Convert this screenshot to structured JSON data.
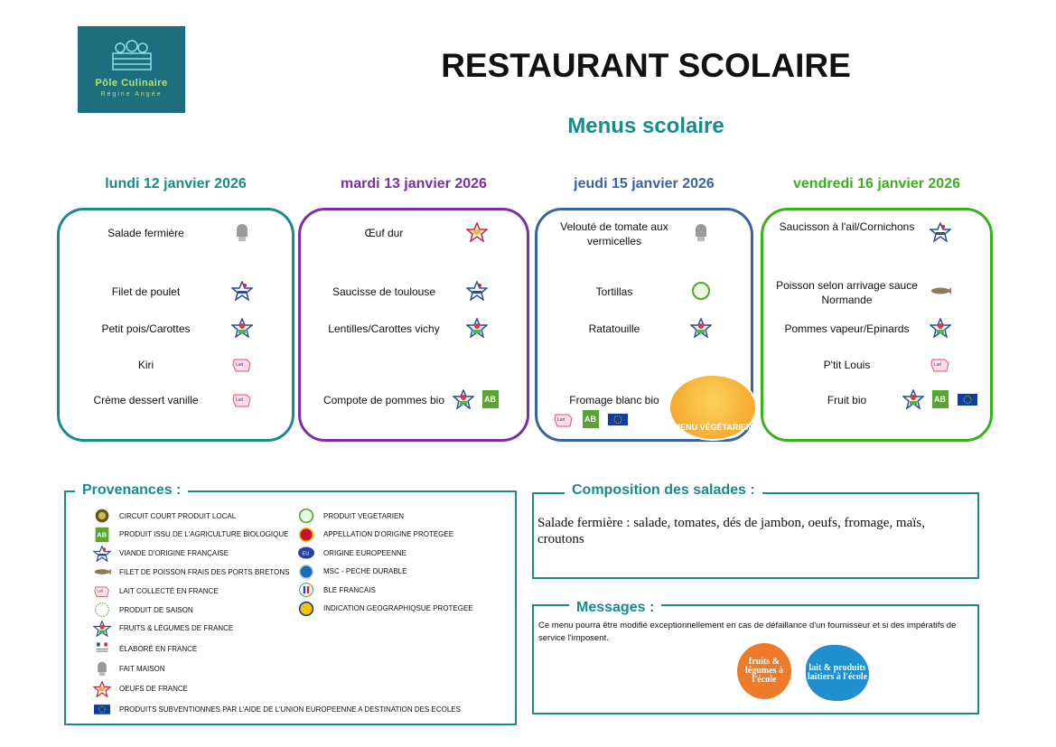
{
  "logo": {
    "line1": "Pôle Culinaire",
    "line2": "Régine Angée"
  },
  "header": {
    "title": "RESTAURANT SCOLAIRE",
    "subtitle": "Menus scolaire"
  },
  "colors": {
    "teal": "#1a8a8a",
    "purple": "#7b2fa6",
    "blue": "#3a64a0",
    "green": "#3cb01c"
  },
  "days": [
    {
      "label": "lundi 12 janvier 2026",
      "color": "#1a8a8a",
      "items": [
        {
          "label": "Salade fermière",
          "icons": [
            "chef"
          ]
        },
        {
          "label": "Filet de poulet",
          "icons": [
            "viande"
          ]
        },
        {
          "label": "Petit pois/Carottes",
          "icons": [
            "fruits"
          ]
        },
        {
          "label": "Kiri",
          "icons": [
            "lait"
          ]
        },
        {
          "label": "Crème dessert vanille",
          "icons": [
            "lait"
          ]
        }
      ]
    },
    {
      "label": "mardi 13 janvier 2026",
      "color": "#7b2fa6",
      "items": [
        {
          "label": "Œuf dur",
          "icons": [
            "oeufs"
          ]
        },
        {
          "label": "Saucisse de toulouse",
          "icons": [
            "viande"
          ]
        },
        {
          "label": "Lentilles/Carottes vichy",
          "icons": [
            "fruits"
          ]
        },
        {
          "label": "",
          "icons": []
        },
        {
          "label": "Compote de pommes bio",
          "icons": [
            "fruits",
            "bio"
          ]
        }
      ]
    },
    {
      "label": "jeudi 15 janvier 2026",
      "color": "#3a64a0",
      "items": [
        {
          "label": "Velouté de tomate aux vermicelles",
          "icons": [
            "chef"
          ]
        },
        {
          "label": "Tortillas",
          "icons": [
            "vegetarien"
          ]
        },
        {
          "label": "Ratatouille",
          "icons": [
            "fruits"
          ]
        },
        {
          "label": "",
          "icons": []
        },
        {
          "label": "Fromage blanc bio",
          "icons": [
            "lait",
            "bio",
            "eu"
          ]
        }
      ]
    },
    {
      "label": "vendredi 16 janvier 2026",
      "color": "#3cb01c",
      "items": [
        {
          "label": "Saucisson à l'ail/Cornichons",
          "icons": [
            "viande"
          ]
        },
        {
          "label": "Poisson selon arrivage sauce Normande",
          "icons": [
            "poisson"
          ]
        },
        {
          "label": "Pommes vapeur/Epinards",
          "icons": [
            "fruits"
          ]
        },
        {
          "label": "P'tit Louis",
          "icons": [
            "lait"
          ]
        },
        {
          "label": "Fruit bio",
          "icons": [
            "fruits",
            "bio",
            "eu"
          ]
        }
      ]
    }
  ],
  "menu_vegetarien": "MENU VÉGÉTARIEN",
  "provenances": {
    "title": "Provenances :",
    "items": [
      {
        "icon": "circuit",
        "label": "CIRCUIT COURT PRODUIT LOCAL"
      },
      {
        "icon": "bio",
        "label": "PRODUIT ISSU DE L'AGRICULTURE BIOLOGIQUE"
      },
      {
        "icon": "viande",
        "label": "VIANDE D'ORIGINE FRANÇAISE"
      },
      {
        "icon": "poisson",
        "label": "FILET DE POISSON FRAIS DES PORTS BRETONS"
      },
      {
        "icon": "lait",
        "label": "LAIT COLLECTÉ EN FRANCE"
      },
      {
        "icon": "saison",
        "label": "PRODUIT DE SAISON"
      },
      {
        "icon": "fruits",
        "label": "FRUITS & LÉGUMES DE FRANCE"
      },
      {
        "icon": "elabore",
        "label": "ÉLABORÉ EN FRANCE"
      },
      {
        "icon": "chef",
        "label": "FAIT MAISON"
      },
      {
        "icon": "oeufs",
        "label": "OEUFS DE FRANCE"
      },
      {
        "icon": "eu",
        "label": "PRODUITS SUBVENTIONNES PAR L'AIDE DE L'UNION EUROPEENNE A DESTINATION DES ECOLES"
      },
      {
        "icon": "vegetarien",
        "label": "PRODUIT VEGETARIEN"
      },
      {
        "icon": "aop",
        "label": "APPELLATION D'ORIGINE PROTEGEE"
      },
      {
        "icon": "eu-origin",
        "label": "ORIGINE EUROPEENNE"
      },
      {
        "icon": "msc",
        "label": "MSC - PECHE DURABLE"
      },
      {
        "icon": "ble",
        "label": "BLE FRANCAIS"
      },
      {
        "icon": "igp",
        "label": "INDICATION GEOGRAPHIQSUE PROTEGEE"
      }
    ]
  },
  "salades": {
    "title": "Composition des salades :",
    "text": "Salade fermière : salade, tomates, dés de jambon, oeufs, fromage, maïs, croutons"
  },
  "messages": {
    "title": "Messages :",
    "text": "Ce menu pourra être modifié exceptionnellement en cas de défaillance d'un fournisseur et si des impératifs de service l'imposent.",
    "logo_fruits": "fruits & légumes à l'école",
    "logo_lait": "lait & produits laitiers à l'école"
  }
}
